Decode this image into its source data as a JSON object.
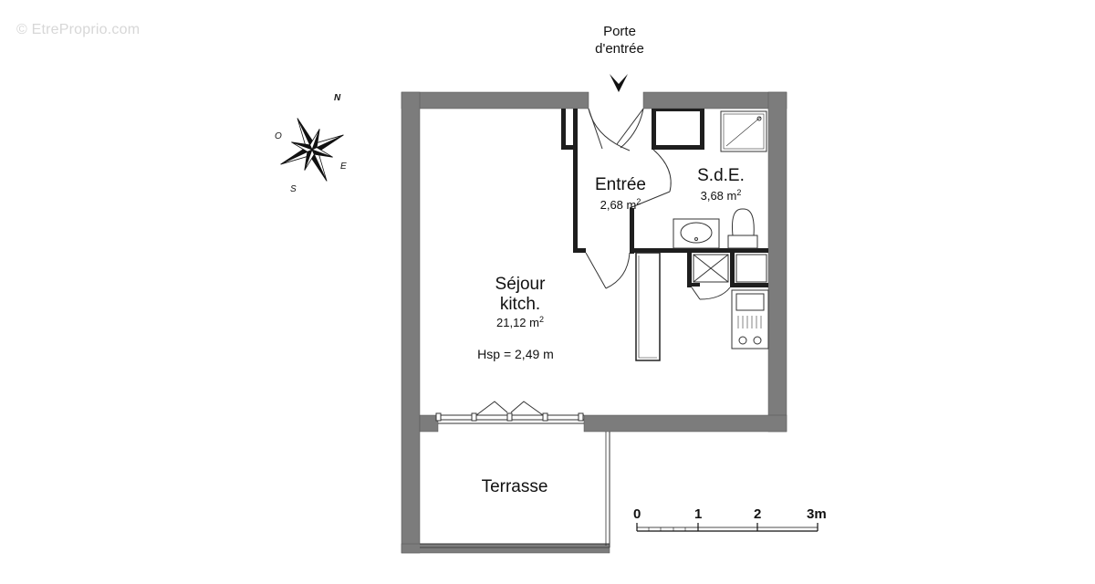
{
  "watermark": "© EtreProprio.com",
  "entrance": {
    "line1": "Porte",
    "line2": "d'entrée"
  },
  "rooms": {
    "entree": {
      "name": "Entrée",
      "area": "2,68 m",
      "unit_sup": "2"
    },
    "sde": {
      "name": "S.d.E.",
      "area": "3,68 m",
      "unit_sup": "2"
    },
    "sejour": {
      "name_line1": "Séjour",
      "name_line2": "kitch.",
      "area": "21,12 m",
      "unit_sup": "2",
      "hsp": "Hsp = 2,49 m"
    },
    "terrasse": {
      "name": "Terrasse"
    }
  },
  "compass": {
    "n": "N",
    "e": "E",
    "s": "S",
    "o": "O"
  },
  "scale": {
    "ticks": [
      "0",
      "1",
      "2",
      "3m"
    ]
  },
  "colors": {
    "wall": "#7c7c7c",
    "wall_dark": "#222222",
    "line": "#333333"
  }
}
